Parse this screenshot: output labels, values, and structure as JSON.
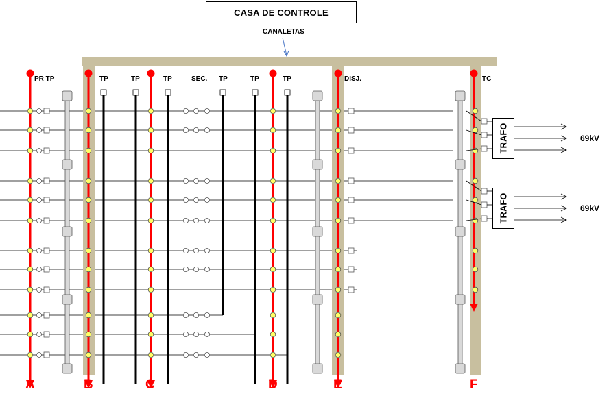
{
  "title": "CASA DE CONTROLE",
  "canaletas_label": "CANALETAS",
  "bus_labels": {
    "pr_tp": "PR TP",
    "tp_1": "TP",
    "tp_2": "TP",
    "tp_3": "TP",
    "sec": "SEC.",
    "tp_4": "TP",
    "tp_5": "TP",
    "tp_6": "TP",
    "disj": "DISJ.",
    "tc": "TC"
  },
  "section_letters": [
    "A",
    "B",
    "C",
    "D",
    "E",
    "F"
  ],
  "trafo_1": "TRAFO",
  "trafo_2": "TRAFO",
  "voltage_1": "69kV",
  "voltage_2": "69kV",
  "colors": {
    "red_line": "#ff0000",
    "channel": "#c8bf9f",
    "node": "#ffff66",
    "pillar": "#d9d9d9"
  }
}
